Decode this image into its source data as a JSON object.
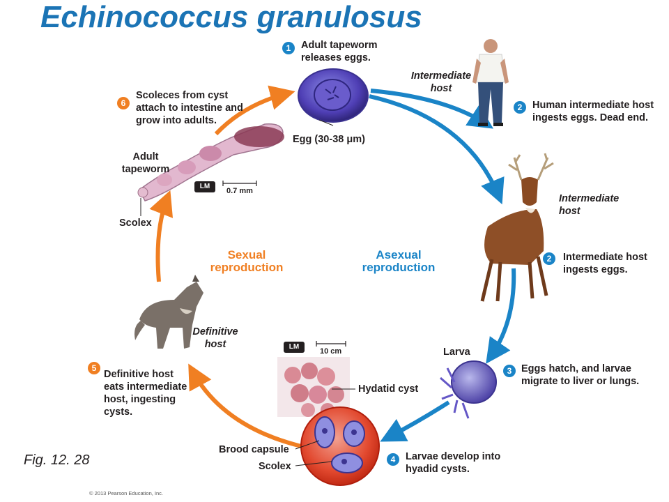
{
  "title": "Echinococcus granulosus",
  "steps": {
    "s1": {
      "num": "1",
      "text": "Adult tapeworm releases eggs."
    },
    "s2_human": {
      "num": "2",
      "text": "Human intermediate host ingests eggs. Dead end."
    },
    "s2_deer": {
      "num": "2",
      "text": "Intermediate host ingests eggs."
    },
    "s3": {
      "num": "3",
      "text": "Eggs hatch, and larvae migrate to liver or lungs."
    },
    "s4": {
      "num": "4",
      "text": "Larvae develop into hyadid cysts."
    },
    "s5": {
      "num": "5",
      "text": "Definitive host eats intermediate host, ingesting cysts."
    },
    "s6": {
      "num": "6",
      "text": "Scoleces from cyst attach to intestine and grow into adults."
    }
  },
  "labels": {
    "egg": "Egg (30-38 μm)",
    "intermediate_host_human": "Intermediate host",
    "intermediate_host_deer": "Intermediate host",
    "larva": "Larva",
    "hydatid_cyst": "Hydatid cyst",
    "brood_capsule": "Brood capsule",
    "scolex_bottom": "Scolex",
    "definitive_host": "Definitive host",
    "adult_tapeworm": "Adult tapeworm",
    "scolex_left": "Scolex",
    "sexual": "Sexual reproduction",
    "asexual": "Asexual reproduction"
  },
  "scale_bars": {
    "lm_label": "LM",
    "tapeworm_scale": "0.7 mm",
    "cyst_scale": "10 cm"
  },
  "figure_label": "Fig. 12. 28",
  "copyright": "© 2013 Pearson Education, Inc.",
  "colors": {
    "title": "#1b74b5",
    "asexual": "#1a84c7",
    "sexual": "#f07f22",
    "text": "#231f20"
  }
}
